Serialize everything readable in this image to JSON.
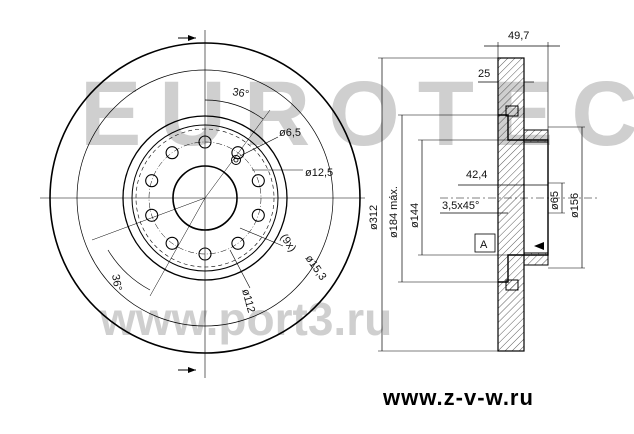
{
  "watermark": {
    "brand": "EUROTEC",
    "site": "www.port3.ru"
  },
  "front_view": {
    "angle_top": "36°",
    "angle_bottom": "36°",
    "dia_small_hole": "ø6,5",
    "dia_bolt_hole": "ø12,5",
    "bolt_count": "(9x)",
    "dia_bolt_hole_alt": "ø15,3",
    "dia_pcd": "ø112"
  },
  "side_view": {
    "total_thickness": "49,7",
    "disc_thickness": "25",
    "dia_outer": "ø312",
    "dia_max": "ø184 máx.",
    "dia_hat": "ø144",
    "hat_height": "42,4",
    "chamfer": "3,5x45°",
    "dia_center": "ø65",
    "dia_flange": "ø156",
    "section_label": "A"
  },
  "footer": {
    "url": "www.z-v-w.ru"
  }
}
